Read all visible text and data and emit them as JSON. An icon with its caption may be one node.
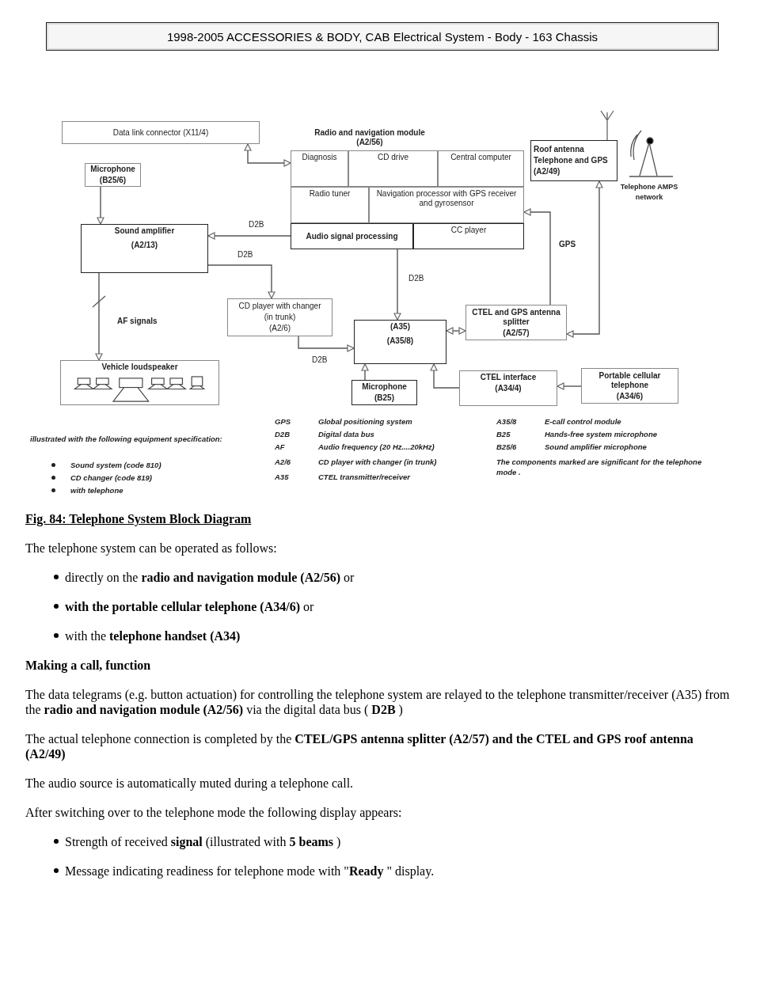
{
  "diagram": {
    "title": "1998-2005 ACCESSORIES & BODY, CAB Electrical System - Body - 163 Chassis",
    "caption": "Fig. 84: Telephone System Block Diagram",
    "nodes": [
      {
        "text": [
          "Data link connector (X11/4)"
        ]
      },
      {
        "text": [
          "Radio and navigation module (A2/56)"
        ]
      },
      {
        "text": [
          "Diagnosis"
        ],
        "in": 1
      },
      {
        "text": [
          "CD drive"
        ],
        "in": 1
      },
      {
        "text": [
          "Central computer"
        ],
        "in": 1
      },
      {
        "text": [
          "Radio tuner"
        ],
        "in": 1
      },
      {
        "text": [
          "Navigation processor with GPS receiver and gyrosensor"
        ],
        "in": 1
      },
      {
        "text": [
          "Audio signal processing"
        ],
        "in": 1
      },
      {
        "text": [
          "CC player"
        ],
        "in": 1
      },
      {
        "text": [
          "Roof antenna",
          "Telephone and GPS",
          "(A2/49)"
        ]
      },
      {
        "text": [
          "Microphone",
          "(B25/6)"
        ]
      },
      {
        "text": [
          "Sound amplifier",
          "(A2/13)"
        ]
      },
      {
        "text": [
          "CD player with changer",
          "(in trunk)",
          "(A2/6)"
        ]
      },
      {
        "text": [
          "(A35)",
          "(A35/8)"
        ]
      },
      {
        "text": [
          "CTEL and GPS antenna splitter",
          "(A2/57)"
        ]
      },
      {
        "text": [
          "Vehicle loudspeaker"
        ]
      },
      {
        "text": [
          "Microphone",
          "(B25)"
        ]
      },
      {
        "text": [
          "CTEL interface",
          "(A34/4)"
        ]
      },
      {
        "text": [
          "Portable cellular telephone",
          "(A34/6)"
        ]
      }
    ],
    "edges": [
      {
        "from": 0,
        "to": 2,
        "arrow": "both"
      },
      {
        "from": 10,
        "to": 11,
        "arrow": "to"
      },
      {
        "from": 7,
        "to": 11,
        "arrow": "to",
        "label": "D2B"
      },
      {
        "from": 11,
        "to": 12,
        "arrow": "to",
        "label": "D2B"
      },
      {
        "from": 11,
        "to": 15,
        "arrow": "to",
        "label": "AF signals"
      },
      {
        "from": 7,
        "to": 13,
        "arrow": "to",
        "label": "D2B"
      },
      {
        "from": 12,
        "to": 13,
        "arrow": "to",
        "label": "D2B"
      },
      {
        "from": 13,
        "to": 14,
        "arrow": "both"
      },
      {
        "from": 14,
        "to": 6,
        "arrow": "to",
        "label": "GPS"
      },
      {
        "from": 14,
        "to": 9,
        "arrow": "both"
      },
      {
        "from": 16,
        "to": 13,
        "arrow": "to"
      },
      {
        "from": 17,
        "to": 13,
        "arrow": "to"
      },
      {
        "from": 18,
        "to": 17,
        "arrow": "to"
      }
    ],
    "labels": [
      "Telephone AMPS network",
      "GPS",
      "Global positioning system",
      "A35/8",
      "E-call control module",
      "D2B",
      "Digital data bus",
      "B25",
      "Hands-free system microphone",
      "AF",
      "Audio frequency (20 Hz....20kHz)",
      "B25/6",
      "Sound amplifier microphone",
      "A2/6",
      "CD player with changer (in trunk)",
      "The components marked are significant for the telephone mode .",
      "A35",
      "CTEL transmitter/receiver",
      "illustrated with the following equipment specification:",
      "Sound system (code 810)",
      "CD changer (code 819)",
      "with telephone",
      "The telephone system can be operated as follows:",
      "directly on the **radio and navigation module (A2/56)** or",
      "**with the portable cellular telephone (A34/6)** or",
      "with the **telephone handset (A34)**",
      "Making a call, function",
      "The data telegrams (e.g. button actuation) for controlling the telephone system are relayed to the telephone transmitter/receiver (A35) from the **radio and navigation module (A2/56)** via the digital data bus ( **D2B** )",
      "The actual telephone connection is completed by the **CTEL/GPS antenna splitter (A2/57) and the CTEL and GPS roof antenna (A2/49)**",
      "The audio source is automatically muted during a telephone call.",
      "After switching over to the telephone mode the following display appears:",
      "Strength of received **signal** (illustrated with **5 beams** )",
      "Message indicating readiness for telephone mode with \"**Ready** \" display."
    ]
  }
}
